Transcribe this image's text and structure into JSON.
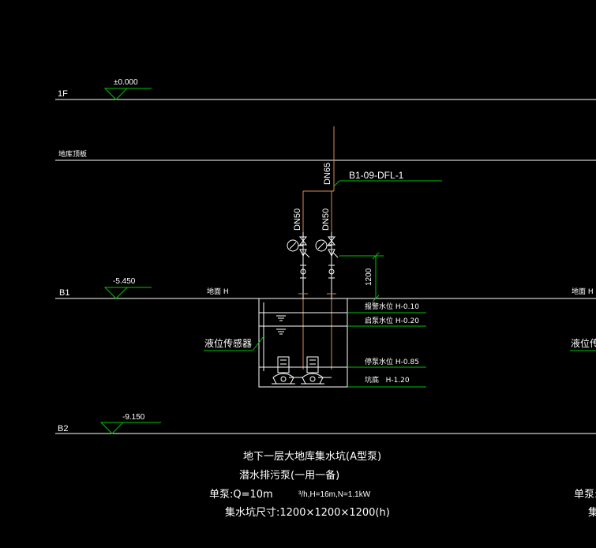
{
  "levels": [
    {
      "name": "1F",
      "elevation": "±0.000"
    },
    {
      "name": "B1",
      "elevation": "-5.450"
    },
    {
      "name": "B2",
      "elevation": "-9.150"
    }
  ],
  "slab_label": "地库顶板",
  "pipes": {
    "main_size": "DN65",
    "branch_size_left": "DN50",
    "branch_size_right": "DN50",
    "riser_tag": "B1-09-DFL-1"
  },
  "dimension_1200": "1200",
  "floor_label": "地面 H",
  "floor_label_right": "地面 H",
  "sensor_label": "液位传感器",
  "sensor_label_right": "液位传",
  "water_levels": [
    {
      "label": "报警水位 H-0.10"
    },
    {
      "label": "启泵水位 H-0.20"
    },
    {
      "label": "停泵水位 H-0.85"
    },
    {
      "label": "坑底   H-1.20"
    }
  ],
  "caption": {
    "title": "地下一层大地库集水坑(A型泵)",
    "pump_type": "潜水排污泵(一用一备)",
    "spec_prefix": "单泵:Q=10m",
    "spec_suffix": "³/h,H=16m,N=1.1kW",
    "pit_size": "集水坑尺寸:1200×1200×1200(h)",
    "right_fragment_1": "单泵:",
    "right_fragment_2": "集"
  }
}
